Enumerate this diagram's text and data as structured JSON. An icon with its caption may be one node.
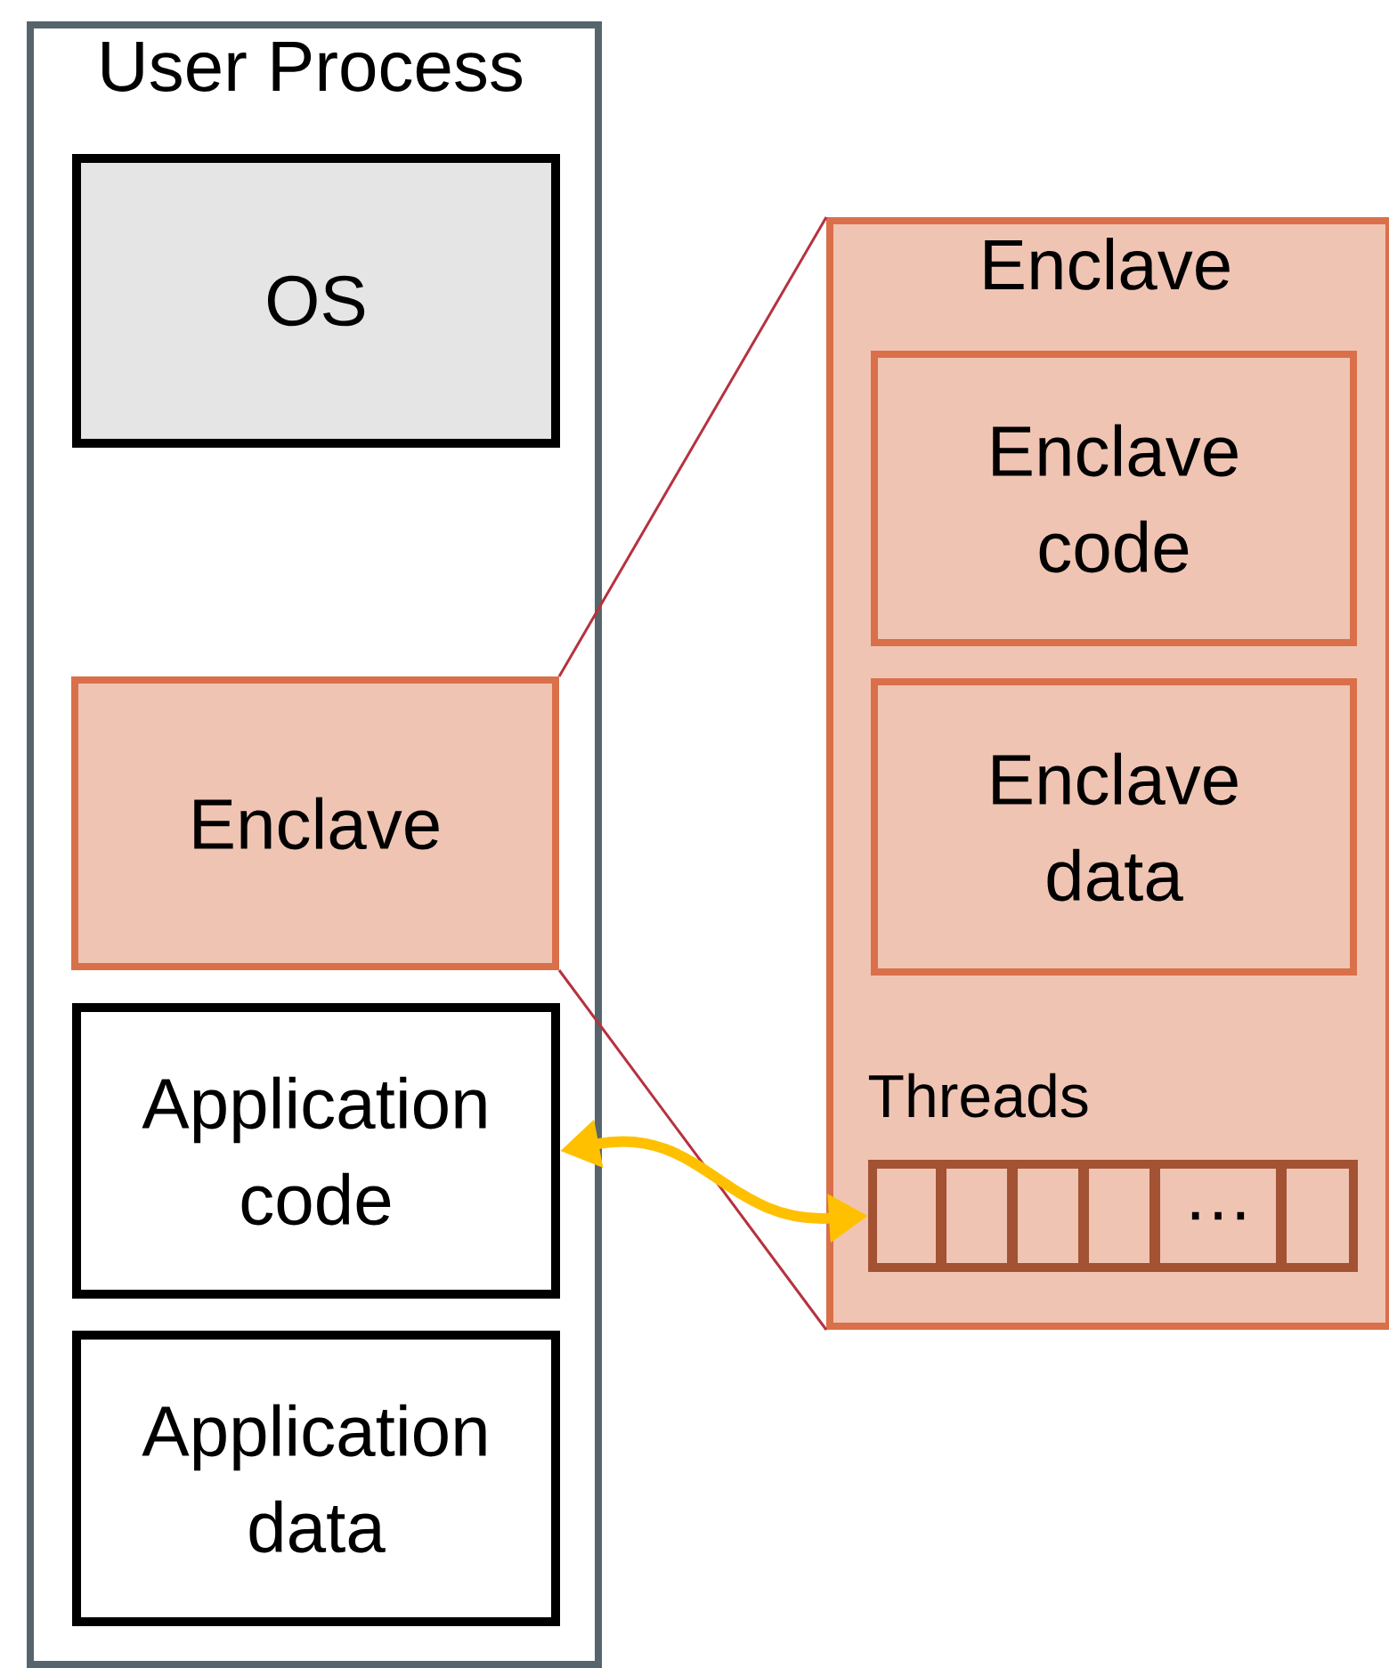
{
  "diagram": {
    "nodes": [
      {
        "text": [
          "User Process"
        ]
      },
      {
        "text": [
          "OS"
        ],
        "in": 0
      },
      {
        "text": [
          "Enclave"
        ],
        "in": 0
      },
      {
        "text": [
          "Application code"
        ],
        "in": 0
      },
      {
        "text": [
          "Application data"
        ],
        "in": 0
      },
      {
        "text": [
          "Enclave"
        ]
      },
      {
        "text": [
          "Enclave code"
        ],
        "in": 5
      },
      {
        "text": [
          "Enclave data"
        ],
        "in": 5
      },
      {
        "text": [
          "Threads"
        ],
        "in": 5
      },
      {
        "text": [],
        "shape": "box",
        "in": 8
      },
      {
        "text": [],
        "shape": "box",
        "in": 8
      },
      {
        "text": [],
        "shape": "box",
        "in": 8
      },
      {
        "text": [],
        "shape": "box",
        "in": 8
      },
      {
        "text": [
          "…"
        ],
        "in": 8
      },
      {
        "text": [],
        "shape": "box",
        "in": 8
      }
    ],
    "edges": [
      {
        "from": 2,
        "to": 5,
        "arrow": "none",
        "color": "#b5323f"
      },
      {
        "from": 2,
        "to": 5,
        "arrow": "none",
        "color": "#b5323f"
      },
      {
        "from": 3,
        "to": 8,
        "arrow": "both",
        "style": "thick",
        "color": "#ffc000"
      }
    ]
  }
}
